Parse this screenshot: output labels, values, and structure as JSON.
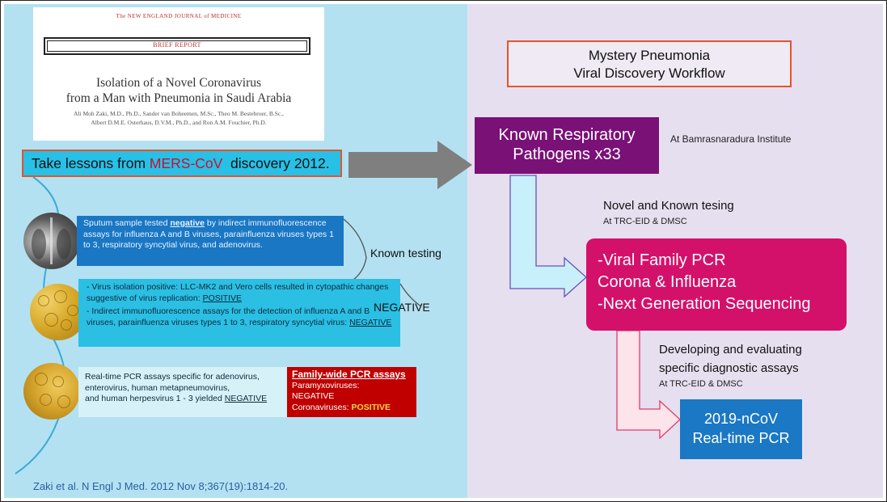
{
  "nejm": {
    "journal": "The NEW ENGLAND JOURNAL of MEDICINE",
    "section": "BRIEF REPORT",
    "title_line1": "Isolation of a Novel Coronavirus",
    "title_line2": "from a Man with Pneumonia in Saudi Arabia",
    "authors_line1": "Ali Moh Zaki, M.D., Ph.D., Sander van Boheemen, M.Sc., Theo M. Bestebroer, B.Sc.,",
    "authors_line2": "Albert D.M.E. Osterhaus, D.V.M., Ph.D., and Ron A.M. Fouchier, Ph.D."
  },
  "lessons": {
    "prefix": "Take lessons from ",
    "highlight": "MERS-CoV",
    "suffix": "  discovery 2012."
  },
  "step1": {
    "pre": "Sputum sample tested ",
    "key": "negative",
    "post": " by indirect immunofluorescence assays for influenza A and B viruses, parainfluenza viruses types 1 to 3, respiratory syncytial virus, and adenovirus."
  },
  "step2": {
    "line_a_pre": "- Virus isolation positive: LLC-MK2 and Vero cells resulted in cytopathic changes suggestive of virus replication: ",
    "line_a_key": "POSITIVE",
    "line_b_pre": "- Indirect immunofluorescence assays for the detection of influenza A and B viruses, parainfluenza viruses types 1 to 3, respiratory syncytial virus: ",
    "line_b_key": "NEGATIVE"
  },
  "step3": {
    "line1": "Real-time PCR assays specific for adenovirus,",
    "line2": "enterovirus, human metapneumovirus,",
    "line3_pre": "and human herpesvirus 1 - 3 yielded ",
    "line3_key": "NEGATIVE"
  },
  "family_pcr": {
    "title": "Family-wide PCR assays",
    "para_label": "Paramyxoviruses:",
    "para_value": "NEGATIVE",
    "corona_label": "Coronaviruses: ",
    "corona_value": "POSITIVE"
  },
  "labels": {
    "known_testing": "Known testing",
    "negative": "NEGATIVE"
  },
  "citation": "Zaki et al. N Engl J Med. 2012 Nov 8;367(19):1814-20.",
  "workflow": {
    "title_line1": "Mystery Pneumonia",
    "title_line2": "Viral Discovery Workflow",
    "known_line1": "Known Respiratory",
    "known_line2": "Pathogens x33",
    "known_location": "At Bamrasnaradura Institute",
    "novel_label": "Novel and Known tesing",
    "novel_location": "At TRC-EID & DMSC",
    "pcr_line1": "-Viral Family PCR",
    "pcr_line2": "Corona & Influenza",
    "pcr_line3": "-Next Generation Sequencing",
    "dev_line1": "Developing and evaluating",
    "dev_line2": "specific diagnostic assays",
    "dev_location": "At TRC-EID & DMSC",
    "final_line1": "2019-nCoV",
    "final_line2": "Real-time PCR"
  },
  "colors": {
    "left_bg": "#b3e1f2",
    "right_bg": "#e6dff0",
    "purple_box": "#7a1177",
    "magenta_box": "#d4116a",
    "blue_box": "#1a78c4",
    "accent_orange": "#e2552a"
  }
}
